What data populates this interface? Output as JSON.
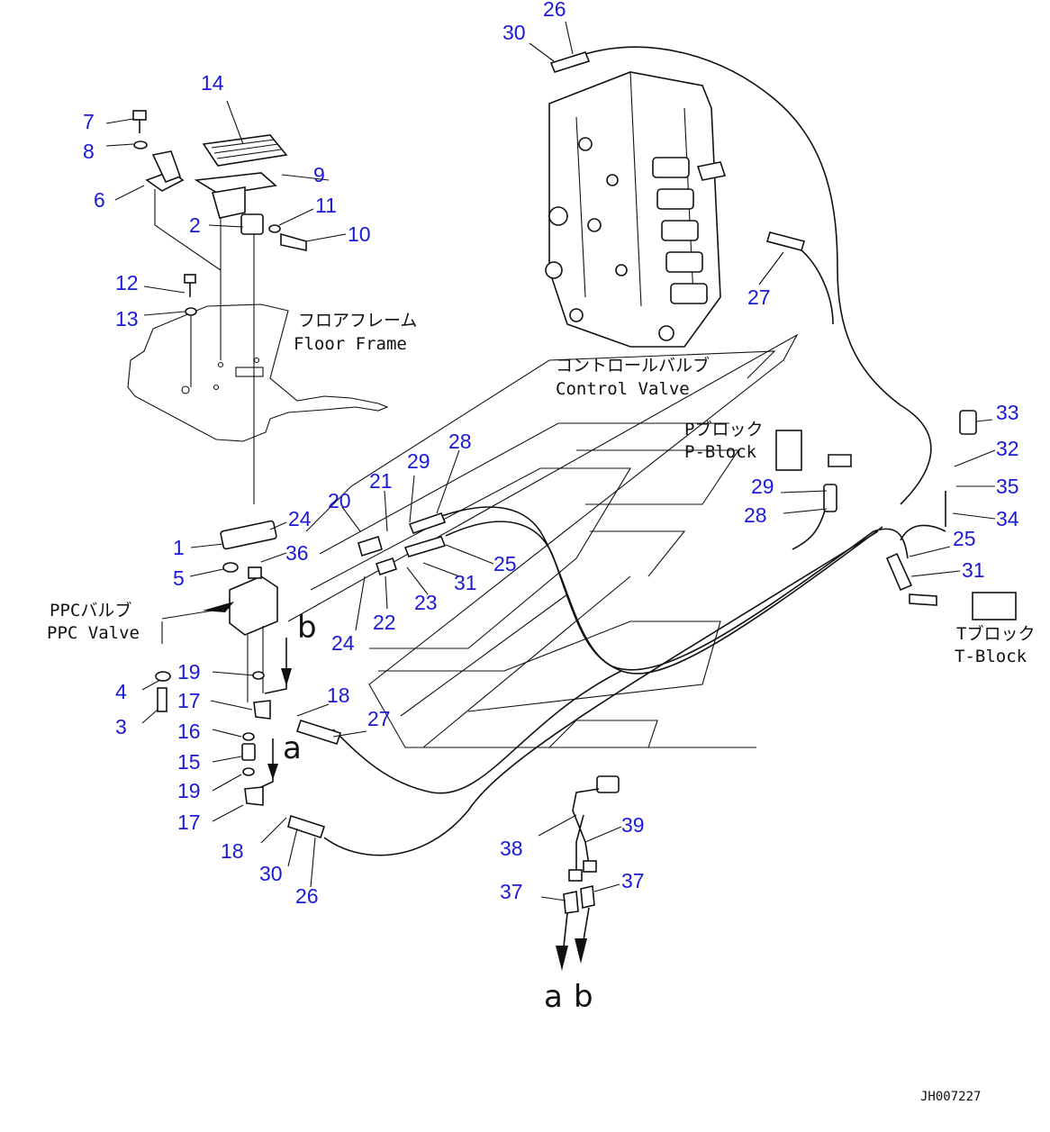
{
  "callouts": [
    "1",
    "2",
    "3",
    "4",
    "5",
    "6",
    "7",
    "8",
    "9",
    "10",
    "11",
    "12",
    "13",
    "14",
    "15",
    "16",
    "17",
    "18",
    "19",
    "20",
    "21",
    "22",
    "23",
    "24",
    "25",
    "26",
    "27",
    "28",
    "29",
    "30",
    "31",
    "32",
    "33",
    "34",
    "35",
    "36",
    "37",
    "38",
    "39"
  ],
  "labels": {
    "floor_frame_jp": "フロアフレーム",
    "floor_frame_en": "Floor Frame",
    "control_valve_jp": "コントロールバルブ",
    "control_valve_en": "Control Valve",
    "p_block_jp": "Pブロック",
    "p_block_en": "P-Block",
    "ppc_valve_jp": "PPCバルブ",
    "ppc_valve_en": "PPC Valve",
    "t_block_jp": "Tブロック",
    "t_block_en": "T-Block",
    "conn_a": "a",
    "conn_b": "b"
  },
  "drawing_code": "JH007227",
  "colors": {
    "callout": "#1a1ad6",
    "line": "#111111",
    "background": "#ffffff"
  }
}
